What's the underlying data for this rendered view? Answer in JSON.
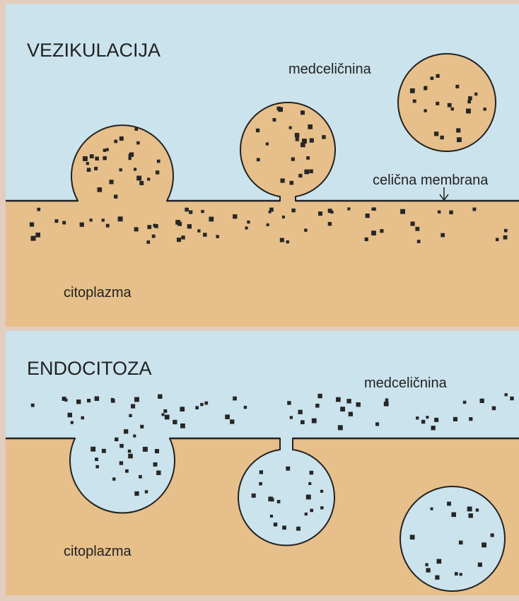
{
  "colors": {
    "frame": "#e3cdbf",
    "extracellular": "#cbe3ec",
    "cytoplasm": "#e6bf8a",
    "membrane": "#222222",
    "particle": "#262626"
  },
  "top_panel": {
    "title": "VEZIKULACIJA",
    "label_extracellular": "medceličnina",
    "label_membrane": "celična membrana",
    "label_cytoplasm": "citoplazma"
  },
  "bottom_panel": {
    "title": "ENDOCITOZA",
    "label_extracellular": "medceličnina",
    "label_cytoplasm": "citoplazma"
  }
}
